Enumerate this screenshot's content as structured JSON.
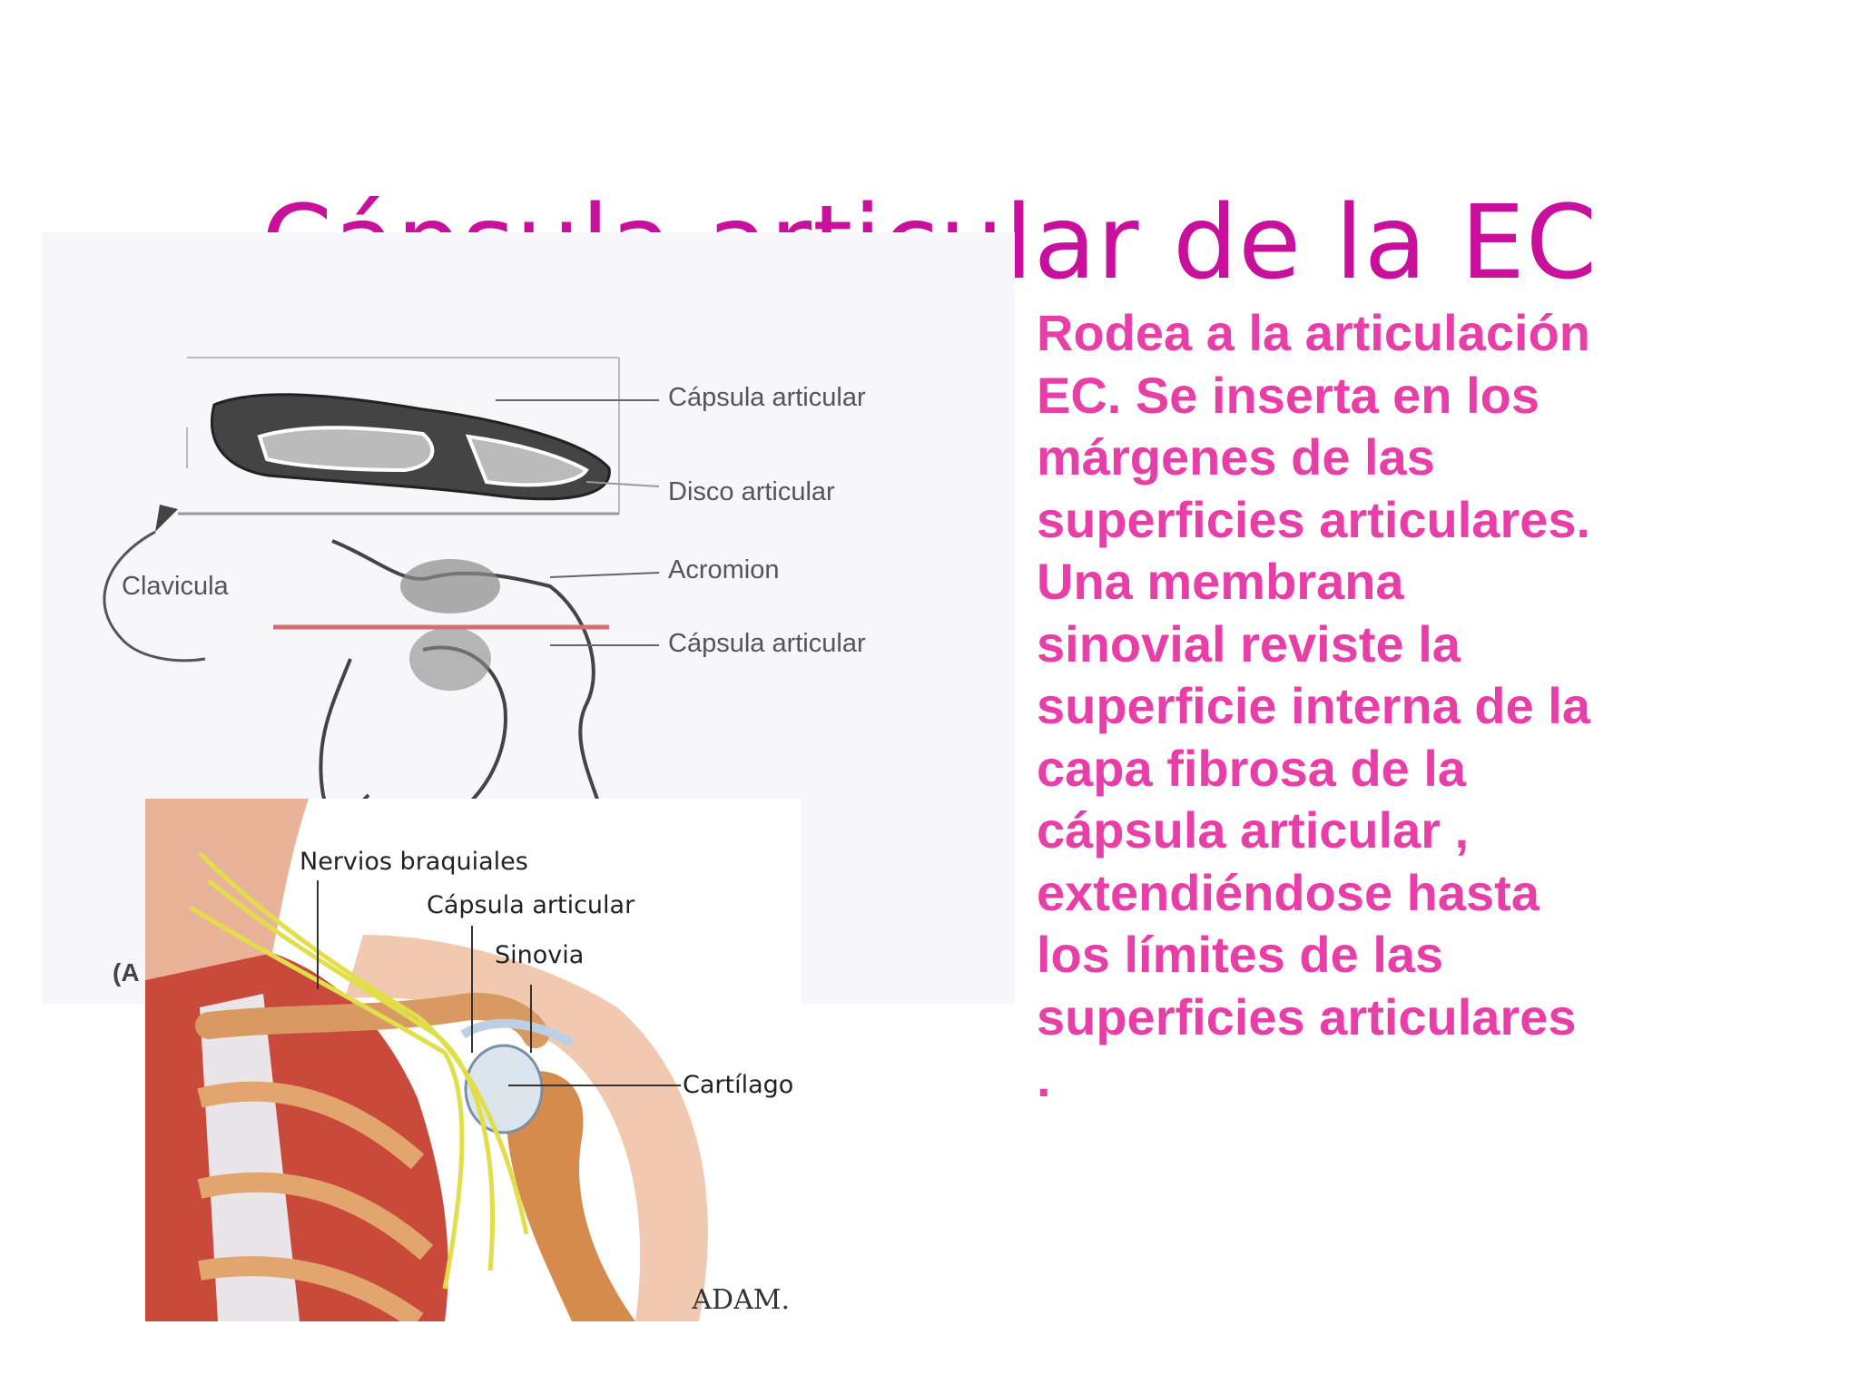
{
  "slide": {
    "title": "Cápsula articular de la EC",
    "paragraph_1": "Rodea a la articulación EC. Se inserta en los márgenes de las superficies articulares.",
    "paragraph_2": "Una membrana sinovial reviste la superficie interna de la capa  fibrosa de la cápsula articular , extendiéndose hasta los límites de las superficies articulares ."
  },
  "upper_figure": {
    "labels": {
      "capsula_1": "Cápsula articular",
      "disco": "Disco articular",
      "clavicula": "Clavicula",
      "acromion": "Acromion",
      "capsula_2": "Cápsula articular"
    },
    "panel_tag": "(A"
  },
  "lower_figure": {
    "labels": {
      "nervios": "Nervios braquiales",
      "capsula": "Cápsula articular",
      "sinovia": "Sinovia",
      "cartilago": "Cartílago"
    },
    "logo": "ADAM."
  },
  "colors": {
    "title": "#c8109c",
    "body": "#e83ea8"
  }
}
